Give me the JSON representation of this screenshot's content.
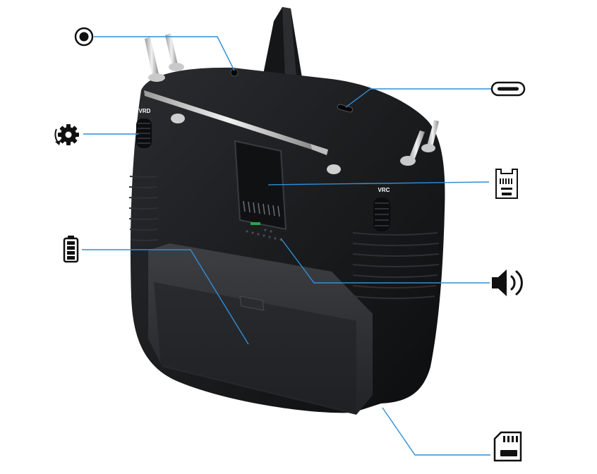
{
  "device": {
    "body_color": "#1b1c1e",
    "body_shade": "#0d0e10",
    "highlight_color": "#3a3c40",
    "metal_color": "#d8d8d8",
    "leader_line_color": "#2f8fd6",
    "icon_color": "#111111"
  },
  "labels": {
    "left_wheel": "VRD",
    "right_wheel": "VRC"
  },
  "callouts": [
    {
      "name": "trainer-port",
      "icon": "record-dot-icon"
    },
    {
      "name": "scroll-wheel",
      "icon": "rotate-gear-icon"
    },
    {
      "name": "battery-compartment",
      "icon": "battery-icon"
    },
    {
      "name": "usb-c-port",
      "icon": "usb-c-port-icon"
    },
    {
      "name": "module-bay",
      "icon": "module-connector-icon"
    },
    {
      "name": "speaker",
      "icon": "speaker-icon"
    },
    {
      "name": "sd-card-slot",
      "icon": "sd-card-icon"
    }
  ]
}
